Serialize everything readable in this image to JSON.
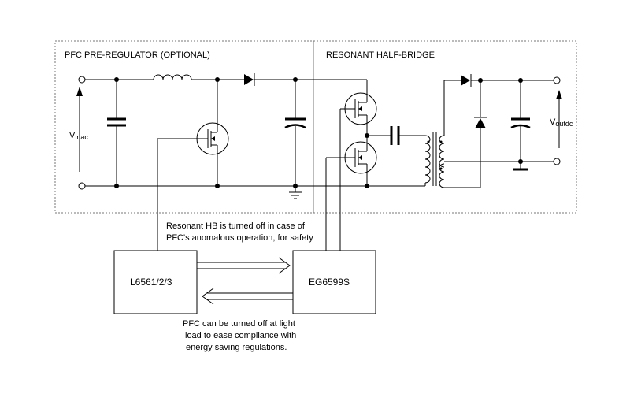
{
  "sections": {
    "pfc_title": "PFC PRE-REGULATOR (OPTIONAL)",
    "hb_title": "RESONANT HALF-BRIDGE"
  },
  "labels": {
    "vin_main": "V",
    "vin_sub": "inac",
    "vout_main": "V",
    "vout_sub": "outdc"
  },
  "blocks": {
    "pfc_ic": "L6561/2/3",
    "hb_ic": "EG6599S"
  },
  "notes": {
    "hb_off_line1": "Resonant HB is turned off in case of",
    "hb_off_line2": "PFC's anomalous operation, for safety",
    "pfc_off_line1": "PFC can be turned off at light",
    "pfc_off_line2": "load to ease compliance with",
    "pfc_off_line3": "energy saving regulations."
  }
}
